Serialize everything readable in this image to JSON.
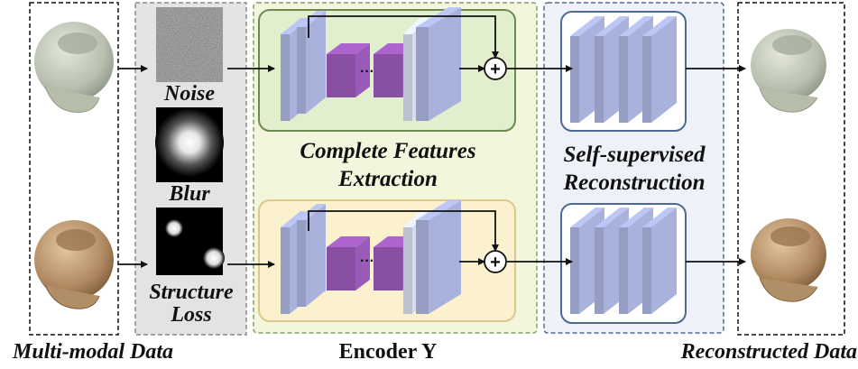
{
  "labels": {
    "input": "Multi-modal Data",
    "encoder": "Encoder Y",
    "output": "Reconstructed Data"
  },
  "degradations": [
    {
      "label": "Noise"
    },
    {
      "label": "Blur"
    },
    {
      "label": "Structure\nLoss"
    }
  ],
  "stages": {
    "features": "Complete Features\nExtraction",
    "reconstruction": "Self-supervised\nReconstruction"
  },
  "symbols": {
    "ellipsis": "···",
    "plus": "+"
  },
  "colors": {
    "degradation_panel": "#e3e3e3",
    "encoder_panel": "#f3f6dc",
    "encoder_border_top": "#6b8b4f",
    "encoder_border_bottom": "#d9c98a",
    "encoder_outer_border": "#7fa060",
    "reconstruction_panel": "#eef1f8",
    "reconstruction_border": "#4d6a94",
    "block_blue": "#a9b2dc",
    "block_purple": "#9a5ab8",
    "head_gray": "#c7cdbf",
    "head_brown": "#b8946a"
  }
}
